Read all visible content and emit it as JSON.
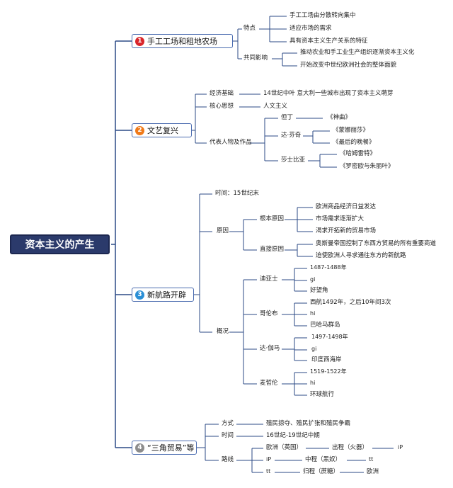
{
  "root": "资本主义的产生",
  "colors": {
    "line": "#2b4a86",
    "root_bg": "#2b3a6b",
    "box_border": "#4b6cb0",
    "n1": "#d9262b",
    "n2": "#f07a1a",
    "n3": "#2b8fd6",
    "n4": "#8c8c8c"
  },
  "branches": [
    {
      "num": "1",
      "title": "手工工场和租地农场",
      "items": [
        {
          "label": "特点",
          "children": [
            "手工工场由分散转向集中",
            "适应市场的需求",
            "具有资本主义生产关系的特征"
          ]
        },
        {
          "label": "共同影响",
          "children": [
            "推动农业和手工业生产组织逐渐资本主义化",
            "开始改变中世纪欧洲社会的整体面貌"
          ]
        }
      ]
    },
    {
      "num": "2",
      "title": "文艺复兴",
      "items": [
        {
          "label": "经济基础",
          "detail": "14世纪中叶 意大利一些城市出现了资本主义萌芽"
        },
        {
          "label": "核心思想",
          "detail": "人文主义"
        },
        {
          "label": "代表人物及作品",
          "people": [
            {
              "name": "但丁",
              "works": [
                "《神曲》"
              ]
            },
            {
              "name": "达·芬奇",
              "works": [
                "《蒙娜丽莎》",
                "《最后的晚餐》"
              ]
            },
            {
              "name": "莎士比亚",
              "works": [
                "《哈姆雷特》",
                "《罗密欧与朱丽叶》"
              ]
            }
          ]
        }
      ]
    },
    {
      "num": "3",
      "title": "新航路开辟",
      "time": "时间：15世纪末",
      "reasons_label": "原因",
      "reasons": [
        {
          "label": "根本原因",
          "children": [
            "欧洲商品经济日益发达",
            "市场需求逐渐扩大",
            "渴求开拓新的贸易市场"
          ]
        },
        {
          "label": "直接原因",
          "children": [
            "奥斯曼帝国控制了东西方贸易的所有重要商道",
            "迫使欧洲人寻求通往东方的新航路"
          ]
        }
      ],
      "overview_label": "概况",
      "navigators": [
        {
          "name": "迪亚士",
          "lines": [
            "1487-1488年",
            "gi",
            "好望角"
          ]
        },
        {
          "name": "哥伦布",
          "lines": [
            "西航1492年，之后10年间3次",
            "hi",
            "巴哈马群岛"
          ]
        },
        {
          "name": "达·伽马",
          "lines": [
            "1497-1498年",
            "gi",
            "印度西海岸"
          ]
        },
        {
          "name": "麦哲伦",
          "lines": [
            "1519-1522年",
            "hi",
            "环球航行"
          ]
        }
      ]
    },
    {
      "num": "4",
      "title": "“三角贸易”等",
      "items": [
        {
          "label": "方式",
          "detail": "殖民掠夺、殖民扩张和殖民争霸"
        },
        {
          "label": "时间",
          "detail": "16世纪-19世纪中期"
        }
      ],
      "route_label": "路线",
      "route_rows": [
        [
          "欧洲（英国）",
          "出程（火器）",
          "iP"
        ],
        [
          "iP",
          "中程（黑奴）",
          "tt"
        ],
        [
          "tt",
          "归程（蔗糖）",
          "欧洲"
        ]
      ]
    }
  ]
}
